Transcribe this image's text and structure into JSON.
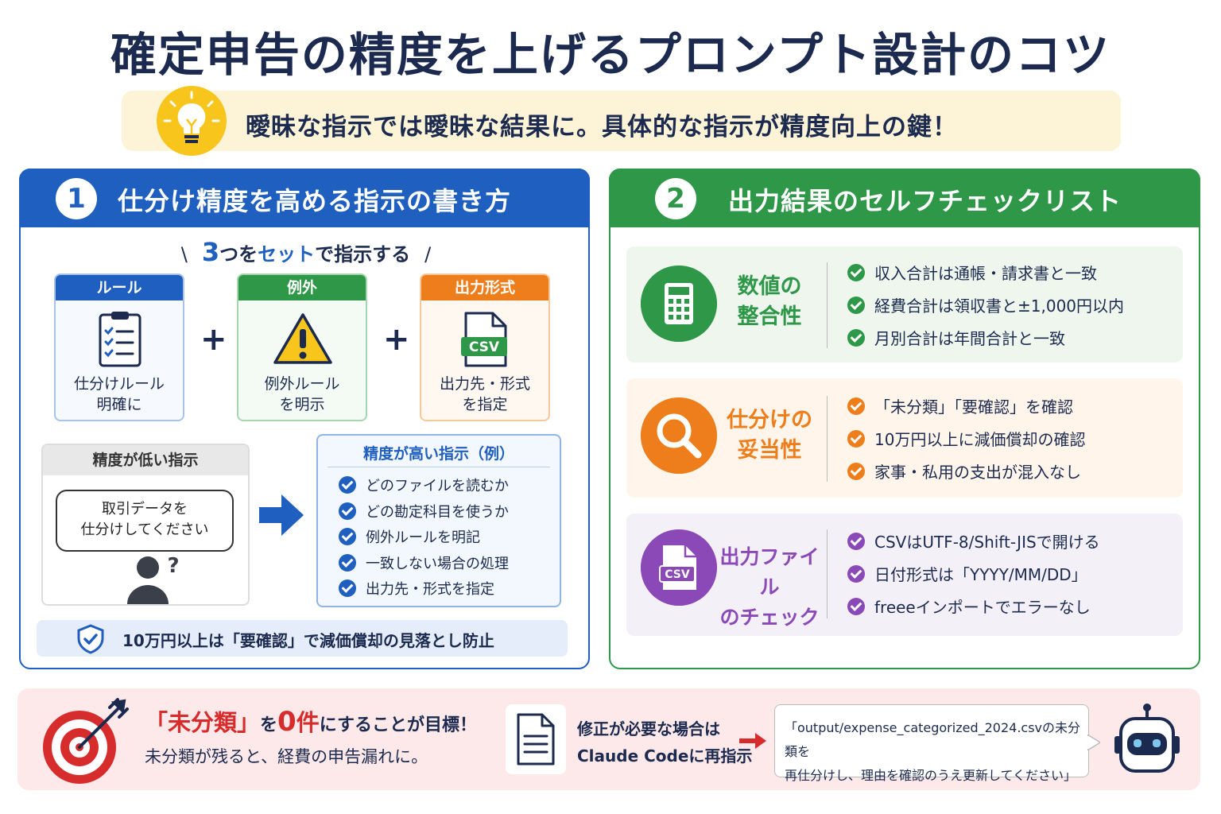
{
  "title": "確定申告の精度を上げるプロンプト設計のコツ",
  "tip": "曖昧な指示では曖昧な結果に。具体的な指示が精度向上の鍵！",
  "panel1": {
    "number": "1",
    "title": "仕分け精度を高める指示の書き方",
    "set_label": {
      "slash_left": "\\",
      "count": "3",
      "text1": "つを",
      "text2": "セット",
      "text3": "で指示する",
      "slash_right": "/"
    },
    "cards": [
      {
        "head": "ルール",
        "line1": "仕分けルール",
        "line2": "明確に"
      },
      {
        "head": "例外",
        "line1": "例外ルール",
        "line2": "を明示"
      },
      {
        "head": "出力形式",
        "line1": "出力先・形式",
        "line2": "を指定",
        "icon_text": "CSV"
      }
    ],
    "plus": "+",
    "low": {
      "head": "精度が低い指示",
      "line1": "取引データを",
      "line2": "仕分けしてください"
    },
    "high": {
      "head": "精度が高い指示（例）",
      "items": [
        "どのファイルを読むか",
        "どの勘定科目を使うか",
        "例外ルールを明記",
        "一致しない場合の処理",
        "出力先・形式を指定"
      ]
    },
    "note": "10万円以上は「要確認」で減価償却の見落とし防止"
  },
  "panel2": {
    "number": "2",
    "title": "出力結果のセルフチェックリスト",
    "sections": [
      {
        "label1": "数値の",
        "label2": "整合性",
        "items": [
          "収入合計は通帳・請求書と一致",
          "経費合計は領収書と±1,000円以内",
          "月別合計は年間合計と一致"
        ]
      },
      {
        "label1": "仕分けの",
        "label2": "妥当性",
        "items": [
          "「未分類」「要確認」を確認",
          "10万円以上に減価償却の確認",
          "家事・私用の支出が混入なし"
        ]
      },
      {
        "label1": "出力ファイル",
        "label2": "のチェック",
        "icon_text": "CSV",
        "items": [
          "CSVはUTF-8/Shift-JISで開ける",
          "日付形式は「YYYY/MM/DD」",
          "freeeインポートでエラーなし"
        ]
      }
    ]
  },
  "bottom": {
    "goal_part1": "「未分類」",
    "goal_part2": "を",
    "goal_zero": "0",
    "goal_part3": "件",
    "goal_part4": "にすることが目標！",
    "goal_sub": "未分類が残ると、経費の申告漏れに。",
    "fix_line1": "修正が必要な場合は",
    "fix_line2": "Claude Codeに再指示",
    "cmd_line1": "「output/expense_categorized_2024.csvの未分類を",
    "cmd_line2": "再仕分けし、理由を確認のうえ更新してください」"
  },
  "colors": {
    "blue": "#1f5fbf",
    "green": "#2e9748",
    "orange": "#ee7d1b",
    "purple": "#8a49b6",
    "red": "#d62c2c",
    "navy": "#1b2a4e"
  }
}
